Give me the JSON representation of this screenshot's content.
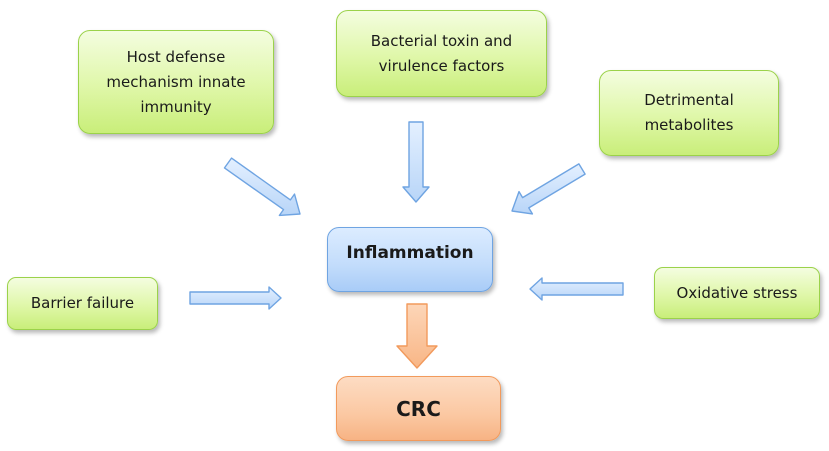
{
  "diagram": {
    "nodes": {
      "host_defense": {
        "label": "Host defense\nmechanism innate\nimmunity"
      },
      "bacterial_toxin": {
        "label": "Bacterial toxin and\nvirulence factors"
      },
      "detrimental": {
        "label": "Detrimental\nmetabolites"
      },
      "barrier": {
        "label": "Barrier failure"
      },
      "oxidative": {
        "label": "Oxidative stress"
      },
      "inflammation": {
        "label": "Inflammation"
      },
      "crc": {
        "label": "CRC"
      }
    },
    "edges": [
      {
        "from": "host_defense",
        "to": "inflammation"
      },
      {
        "from": "bacterial_toxin",
        "to": "inflammation"
      },
      {
        "from": "detrimental",
        "to": "inflammation"
      },
      {
        "from": "barrier",
        "to": "inflammation"
      },
      {
        "from": "oxidative",
        "to": "inflammation"
      },
      {
        "from": "inflammation",
        "to": "crc"
      }
    ],
    "colors": {
      "factor_fill": "#dff7a8",
      "factor_border": "#9bd24a",
      "inflammation_fill": "#c2dcfb",
      "inflammation_border": "#6fa4e2",
      "crc_fill": "#fbc8a2",
      "crc_border": "#f29a5c",
      "blue_arrow_fill": "#cfe3fb",
      "blue_arrow_border": "#6fa4e2",
      "orange_arrow_fill": "#fbc39a",
      "orange_arrow_border": "#f29a5c"
    }
  }
}
